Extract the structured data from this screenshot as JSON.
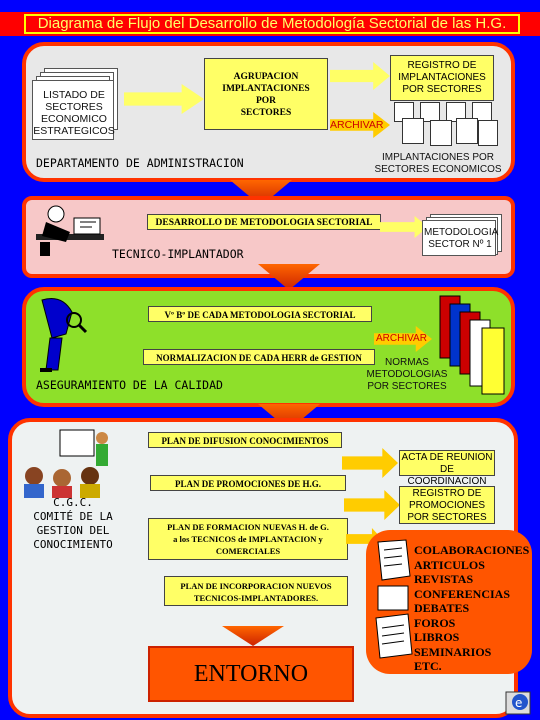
{
  "title": "Diagrama de Flujo del Desarrollo de Metodología Sectorial de las H.G.",
  "panel1": {
    "listado": [
      "LISTADO DE",
      "SECTORES",
      "ECONOMICO",
      "ESTRATEGICOS"
    ],
    "agrupacion": [
      "AGRUPACION",
      "IMPLANTACIONES",
      "POR",
      "SECTORES"
    ],
    "registro": [
      "REGISTRO DE",
      "IMPLANTACIONES",
      "POR SECTORES"
    ],
    "archivar": "ARCHIVAR",
    "implantaciones": [
      "IMPLANTACIONES POR",
      "SECTORES ECONOMICOS"
    ],
    "departamento": "DEPARTAMENTO DE ADMINISTRACION"
  },
  "panel2": {
    "desarrollo": "DESARROLLO DE METODOLOGIA SECTORIAL",
    "metodologia": [
      "METODOLOGIA",
      "SECTOR Nº 1"
    ],
    "tecnico": "TECNICO-IMPLANTADOR"
  },
  "panel3": {
    "vobo": "Vº Bº DE CADA METODOLOGIA SECTORIAL",
    "archivar": "ARCHIVAR",
    "normalizacion": "NORMALIZACION DE CADA HERR de GESTION",
    "normas": [
      "NORMAS",
      "METODOLOGIAS",
      "POR SECTORES"
    ],
    "aseguramiento": "ASEGURAMIENTO DE LA CALIDAD"
  },
  "panel4": {
    "difusion": "PLAN DE DIFUSION CONOCIMIENTOS",
    "acta": [
      "ACTA DE REUNION",
      "DE COORDINACION"
    ],
    "promociones": "PLAN DE PROMOCIONES DE H.G.",
    "registro_promo": [
      "REGISTRO DE",
      "PROMOCIONES",
      "POR SECTORES"
    ],
    "cgc": [
      "C.G.C.",
      "COMITÉ DE LA",
      "GESTION DEL",
      "CONOCIMIENTO"
    ],
    "formacion": [
      "PLAN DE FORMACION NUEVAS H. de G.",
      "a los TECNICOS de IMPLANTACION y",
      "COMERCIALES"
    ],
    "incorporacion": [
      "PLAN DE INCORPORACION NUEVOS",
      "TECNICOS-IMPLANTADORES."
    ],
    "entorno": "ENTORNO",
    "colaboraciones": [
      "COLABORACIONES",
      "ARTICULOS",
      "REVISTAS",
      "CONFERENCIAS",
      "DEBATES",
      "FOROS",
      "LIBROS",
      "SEMINARIOS",
      "ETC."
    ]
  },
  "colors": {
    "background": "#0000ff",
    "panel_border": "#ff3300",
    "highlight": "#ffff66",
    "arrow": "#ff6600"
  }
}
